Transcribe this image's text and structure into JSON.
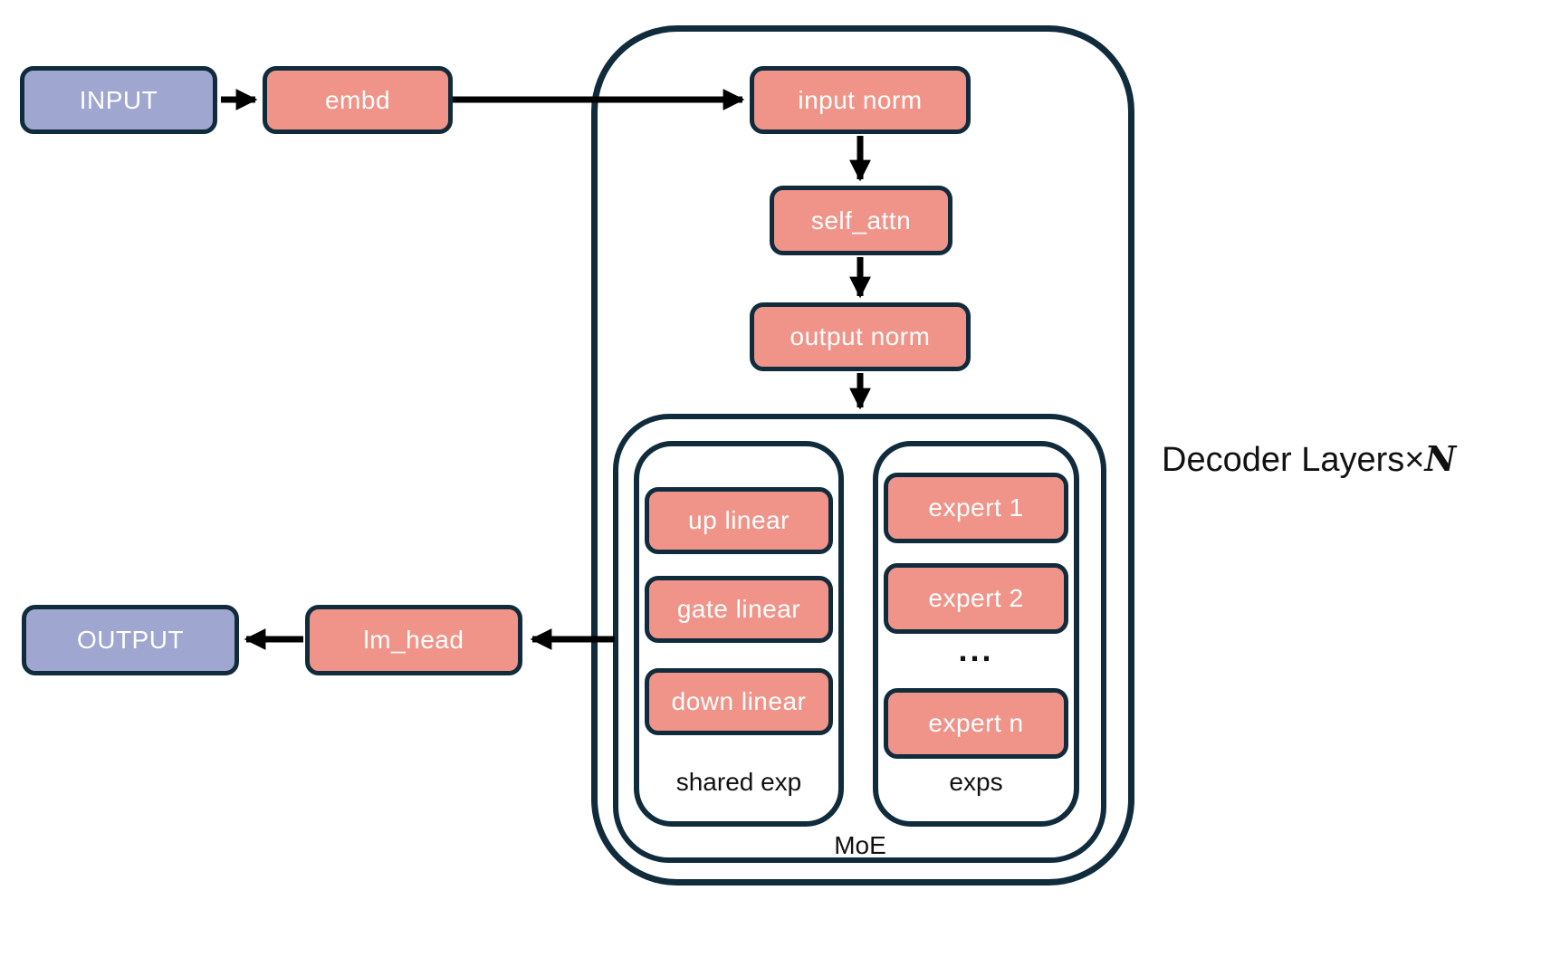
{
  "nodes": {
    "input": "INPUT",
    "embd": "embd",
    "input_norm": "input norm",
    "self_attn": "self_attn",
    "output_norm": "output norm",
    "up_linear": "up linear",
    "gate_linear": "gate linear",
    "down_linear": "down linear",
    "expert_1": "expert 1",
    "expert_2": "expert 2",
    "expert_n": "expert n",
    "ellipsis": "...",
    "lm_head": "lm_head",
    "output": "OUTPUT"
  },
  "containers": {
    "shared_exp_label": "shared exp",
    "exps_label": "exps",
    "moe_label": "MoE"
  },
  "annotation": {
    "decoder_layers_text": "Decoder Layers",
    "times_symbol": "×",
    "layer_count_symbol": "N"
  },
  "colors": {
    "box_salmon": "#F09489",
    "box_purple": "#9FA6D0",
    "outline": "#102C3C",
    "arrow": "#000000",
    "text_light": "#FFFFFF",
    "text_dark": "#111111",
    "background": "#FFFFFF"
  }
}
